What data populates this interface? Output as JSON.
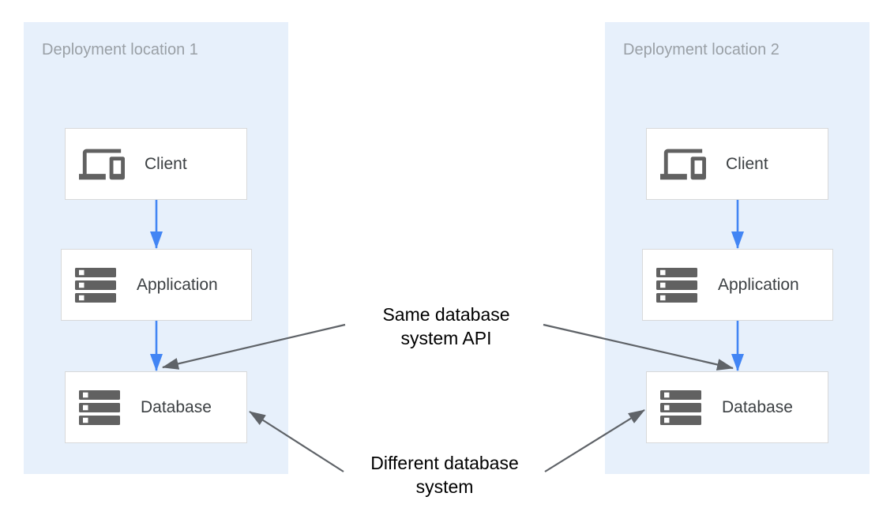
{
  "diagram": {
    "panels": [
      {
        "title": "Deployment location 1",
        "boxes": [
          {
            "label": "Client",
            "icon": "devices-icon"
          },
          {
            "label": "Application",
            "icon": "server-stack-icon"
          },
          {
            "label": "Database",
            "icon": "server-stack-icon"
          }
        ]
      },
      {
        "title": "Deployment location 2",
        "boxes": [
          {
            "label": "Client",
            "icon": "devices-icon"
          },
          {
            "label": "Application",
            "icon": "server-stack-icon"
          },
          {
            "label": "Database",
            "icon": "server-stack-icon"
          }
        ]
      }
    ],
    "annotations": [
      {
        "name": "same-database-system-api",
        "lines": [
          "Same database",
          "system API"
        ]
      },
      {
        "name": "different-database-system",
        "lines": [
          "Different database",
          "system"
        ]
      }
    ],
    "colors": {
      "background": "#ffffff",
      "panel_background": "#e7f0fb",
      "panel_title_text": "#9aa0a6",
      "box_background": "#ffffff",
      "box_border": "#d8d9da",
      "box_label_text": "#3c4043",
      "icon_gray": "#616161",
      "flow_arrow_blue": "#4285f4",
      "annotation_arrow_gray": "#5f6368",
      "annotation_text": "#000000"
    }
  }
}
